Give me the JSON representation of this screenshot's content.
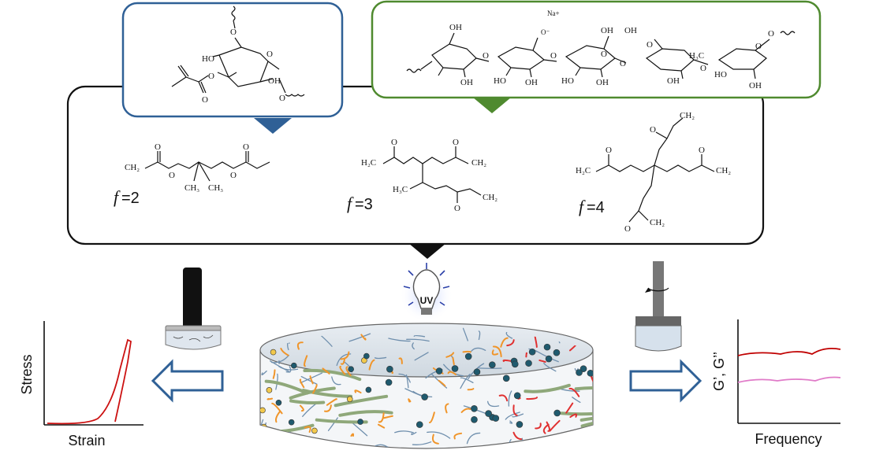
{
  "crosslinkers": [
    {
      "f_symbol": "f",
      "f_value": "=2",
      "labels": [
        "CH₂",
        "CH₃",
        "CH₃"
      ]
    },
    {
      "f_symbol": "f",
      "f_value": "=3",
      "labels": [
        "H₂C",
        "CH₂",
        "H₃C",
        "CH₂"
      ]
    },
    {
      "f_symbol": "f",
      "f_value": "=4",
      "labels": [
        "CH₂",
        "H₂C",
        "CH₂",
        "CH₂"
      ]
    }
  ],
  "polysaccharide_left": {
    "labels": [
      "O",
      "HO",
      "O",
      "O",
      "OH",
      "O",
      "O"
    ]
  },
  "polysaccharide_right": {
    "labels": [
      "OH",
      "Na+",
      "O",
      "O⁻",
      "OH",
      "O",
      "HO",
      "OH",
      "O",
      "OH",
      "HO",
      "OH",
      "OH",
      "O",
      "OH",
      "O",
      "H₃C",
      "O",
      "HO",
      "OH",
      "O",
      "O"
    ]
  },
  "uv_label": "UV",
  "left_plot": {
    "ylabel": "Stress",
    "xlabel": "Strain"
  },
  "right_plot": {
    "ylabel": "G’, G’’",
    "xlabel": "Frequency"
  },
  "colors": {
    "blue_border": "#2f6096",
    "green_border": "#4f8a2f",
    "arrow_blue": "#2f6096",
    "storage_red": "#c00000",
    "loss_pink": "#e07bc8",
    "stress_red": "#cc1111",
    "network_blue": "#6f8fad",
    "network_orange": "#f0952a",
    "network_green": "#8fa87a",
    "network_red": "#e03030"
  }
}
